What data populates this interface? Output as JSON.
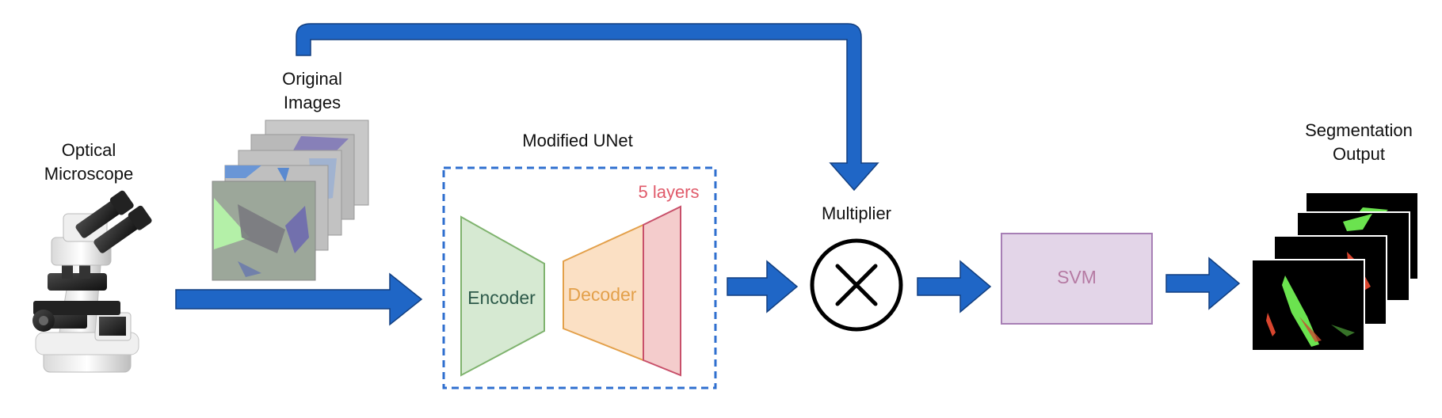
{
  "labels": {
    "microscope_line1": "Optical",
    "microscope_line2": "Microscope",
    "original_line1": "Original",
    "original_line2": "Images",
    "unet_title": "Modified UNet",
    "layers": "5 layers",
    "encoder": "Encoder",
    "decoder": "Decoder",
    "multiplier": "Multiplier",
    "svm": "SVM",
    "output_line1": "Segmentation",
    "output_line2": "Output"
  },
  "colors": {
    "arrow": "#1f66c6",
    "arrow_stroke": "#123f80",
    "unet_border": "#2f6fcf",
    "encoder_fill": "#d6e9d2",
    "encoder_stroke": "#7fb36e",
    "encoder_text": "#2d5a4a",
    "decoder_fill": "#fbe0c4",
    "decoder_stroke": "#e3a04a",
    "decoder_text": "#e3a04a",
    "layer_fill": "#f4cccc",
    "layer_stroke": "#c8506a",
    "layers_text": "#e05a6a",
    "svm_fill": "#e3d5e8",
    "svm_stroke": "#a77fb5",
    "svm_text": "#b57aa3",
    "output_green": "#6be34f",
    "output_red": "#d8452e"
  },
  "icons": {
    "microscope": "microscope-icon",
    "multiplier": "times-circle-icon"
  }
}
